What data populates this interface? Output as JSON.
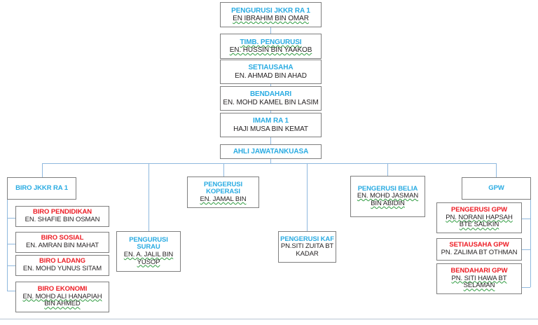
{
  "chart": {
    "type": "org-chart",
    "title_color": "#29abe2",
    "bureau_color": "#ed1c24",
    "name_color": "#231f20",
    "line_color": "#8fb8de",
    "box_border_color": "#7f7f7f"
  },
  "chain": [
    {
      "title": "PENGURUSI JKKR RA 1",
      "name": "EN IBRAHIM BIN  OMAR"
    },
    {
      "title": "TIMB. PENGURUSI",
      "name": "EN. HUSSIN BIN YAAKOB"
    },
    {
      "title": "SETIAUSAHA",
      "name": "EN. AHMAD BIN AHAD"
    },
    {
      "title": "BENDAHARI",
      "name": "EN. MOHD KAMEL BIN LASIM"
    },
    {
      "title": "IMAM RA 1",
      "name": "HAJI MUSA BIN KEMAT"
    },
    {
      "title": "AHLI JAWATANKUASA",
      "name": ""
    }
  ],
  "branches": {
    "biro_header": {
      "title": "BIRO JKKR RA 1"
    },
    "biro_items": [
      {
        "title": "BIRO PENDIDIKAN",
        "name": "EN. SHAFIE BIN OSMAN"
      },
      {
        "title": "BIRO SOSIAL",
        "name": "EN. AMRAN BIN MAHAT"
      },
      {
        "title": "BIRO LADANG",
        "name": "EN. MOHD YUNUS SITAM"
      },
      {
        "title": "BIRO EKONOMI",
        "name": "EN. MOHD ALI HANAPIAH BIN AHMED"
      }
    ],
    "surau": {
      "title": "PENGURUSI SURAU",
      "name": "EN. A. JALIL BIN YUSOP"
    },
    "koperasi": {
      "title": "PENGERUSI KOPERASI",
      "name": "EN. JAMAL BIN"
    },
    "kaf": {
      "title": "PENGERUSI KAF",
      "name": "PN.SITI ZUITA BT KADAR"
    },
    "belia": {
      "title": "PENGERUSI BELIA",
      "name": "EN. MOHD JASMAN BIN ABIDIN"
    },
    "gpw_header": {
      "title": "GPW"
    },
    "gpw_items": [
      {
        "title": "PENGERUSI GPW",
        "name": "PN. NORANI HAPSAH BTE SALIKIN"
      },
      {
        "title": "SETIAUSAHA GPW",
        "name": "PN. ZALIMA BT OTHMAN"
      },
      {
        "title": "BENDAHARI GPW",
        "name": "PN. SITI HAWA BT SELAMAN"
      }
    ]
  }
}
